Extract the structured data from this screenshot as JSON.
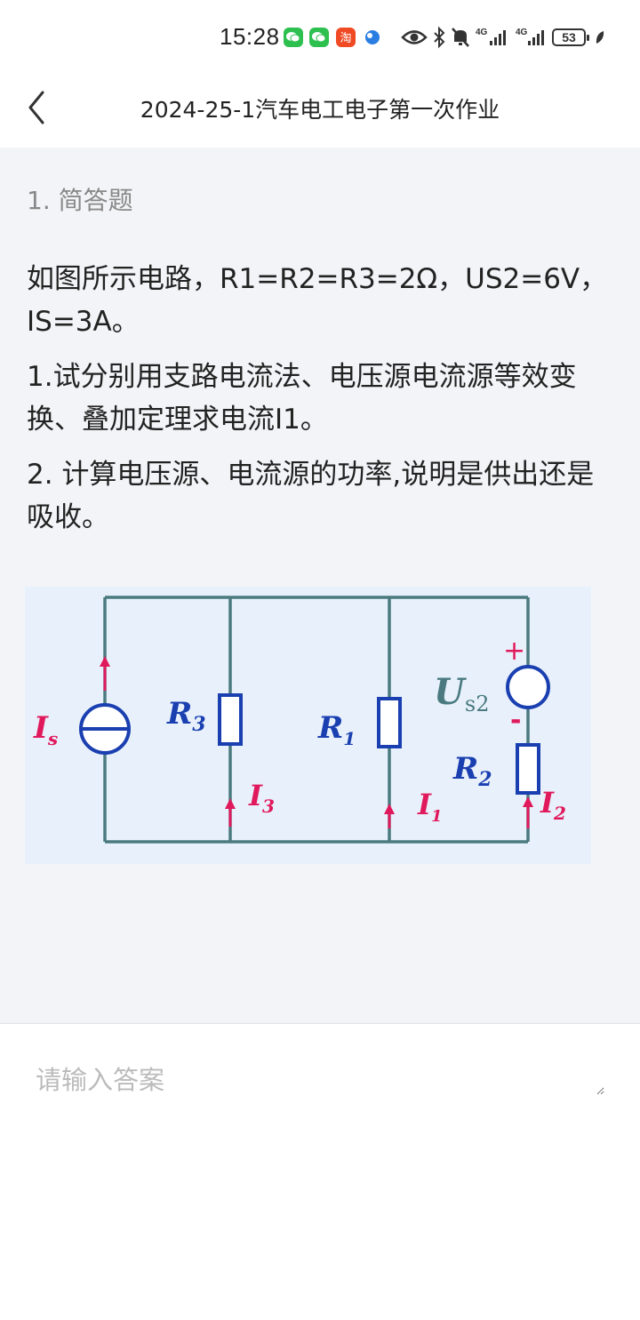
{
  "status_bar": {
    "time": "15:28",
    "battery": "53",
    "network_1": "4G",
    "network_2": "4G"
  },
  "nav": {
    "title": "2024-25-1汽车电工电子第一次作业"
  },
  "question": {
    "type_label": "1. 简答题",
    "paragraphs": [
      "如图所示电路，R1=R2=R3=2Ω，US2=6V，IS=3A。",
      "1.试分别用支路电流法、电压源电流源等效变换、叠加定理求电流I1。",
      "2. 计算电压源、电流源的功率,说明是供出还是吸收。"
    ]
  },
  "circuit": {
    "labels": {
      "is_main": "I",
      "is_sub": "s",
      "r3_main": "R",
      "r3_sub": "3",
      "r1_main": "R",
      "r1_sub": "1",
      "us2_main": "U",
      "us2_sub": "s2",
      "r2_main": "R",
      "r2_sub": "2",
      "i3_main": "I",
      "i3_sub": "3",
      "i1_main": "I",
      "i1_sub": "1",
      "i2_main": "I",
      "i2_sub": "2",
      "plus": "+",
      "minus": "-"
    },
    "colors": {
      "wire": "#4a7a80",
      "component": "#1a3fb0",
      "arrow": "#e0195c",
      "background": "#e8f1fb"
    }
  },
  "answer": {
    "placeholder": "请输入答案"
  },
  "icons": [
    "wechat-icon",
    "wechat-icon",
    "taobao-icon",
    "app-icon",
    "eye-icon",
    "bluetooth-icon",
    "mute-icon",
    "signal-icon",
    "signal-icon",
    "battery-icon",
    "leaf-icon",
    "back-chevron-icon"
  ]
}
